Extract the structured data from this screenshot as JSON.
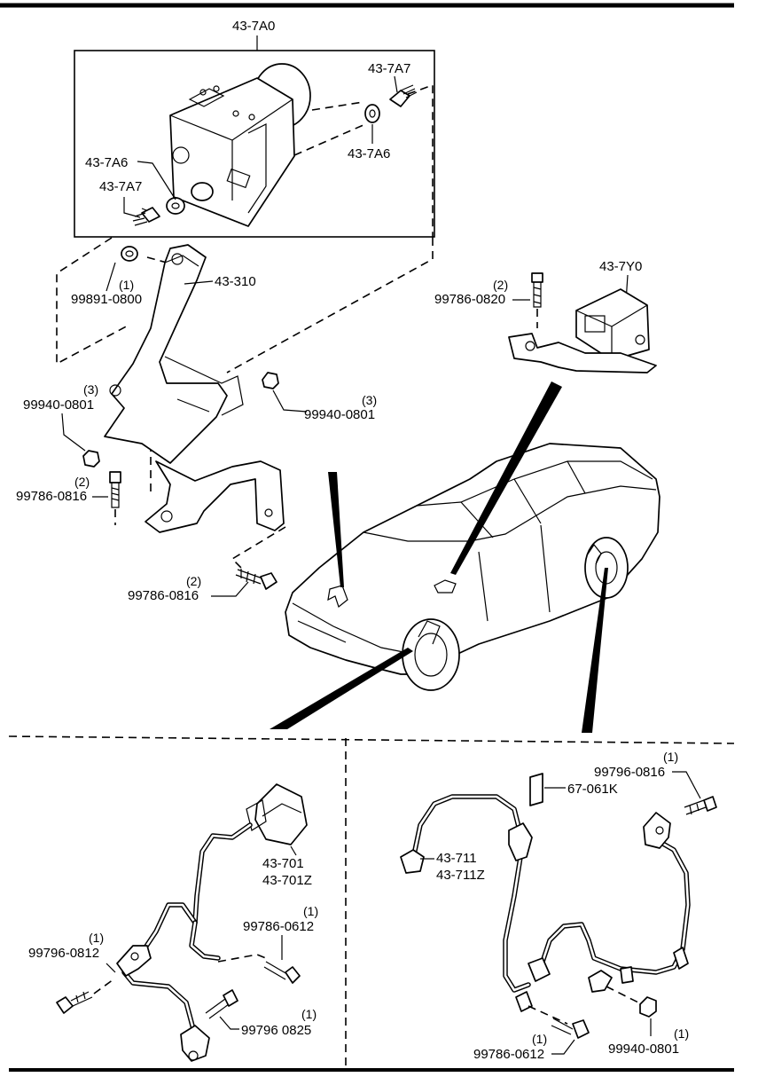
{
  "labels": {
    "hcu_assy": "43-7A0",
    "hcu_bolt_right": "43-7A7",
    "hcu_bushing_right": "43-7A6",
    "hcu_bushing_left": "43-7A6",
    "hcu_bolt_left": "43-7A7",
    "bracket": "43-310",
    "bracket_nut_top_qty": "(1)",
    "bracket_nut_top": "99891-0800",
    "nut_left_qty": "(3)",
    "nut_left": "99940-0801",
    "nut_right_qty": "(3)",
    "nut_right": "99940-0801",
    "bolt_left_qty": "(2)",
    "bolt_left": "99786-0816",
    "bolt_bottom_qty": "(2)",
    "bolt_bottom": "99786-0816",
    "yaw_sensor": "43-7Y0",
    "yaw_bolt_qty": "(2)",
    "yaw_bolt": "99786-0820",
    "front_sensor": "43-701",
    "front_sensor_alt": "43-701Z",
    "front_bolt_a_qty": "(1)",
    "front_bolt_a": "99796-0812",
    "front_bolt_b_qty": "(1)",
    "front_bolt_b": "99786-0612",
    "front_bolt_c_qty": "(1)",
    "front_bolt_c": "99796 0825",
    "clip": "67-061K",
    "rear_sensor": "43-711",
    "rear_sensor_alt": "43-711Z",
    "rear_bolt_a_qty": "(1)",
    "rear_bolt_a": "99796-0816",
    "rear_bolt_b_qty": "(1)",
    "rear_bolt_b": "99786-0612",
    "rear_nut_qty": "(1)",
    "rear_nut": "99940-0801"
  }
}
